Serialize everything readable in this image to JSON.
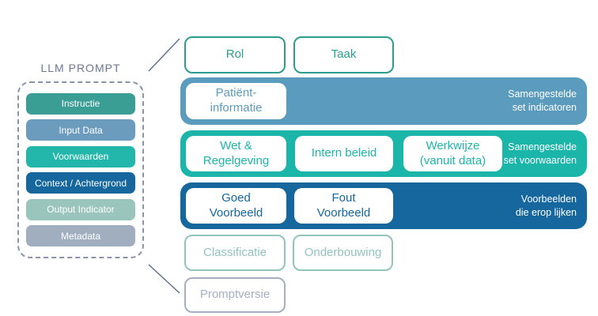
{
  "sidebar": {
    "title": "LLM PROMPT",
    "items": [
      {
        "label": "Instructie",
        "color": "#3a9e94"
      },
      {
        "label": "Input Data",
        "color": "#6b9cbe"
      },
      {
        "label": "Voorwaarden",
        "color": "#23b6ab"
      },
      {
        "label": "Context / Achtergrond",
        "color": "#15679d"
      },
      {
        "label": "Output Indicator",
        "color": "#9ac5bc"
      },
      {
        "label": "Metadata",
        "color": "#a0aec0"
      }
    ]
  },
  "diagram": {
    "top_boxes": [
      {
        "label": "Rol",
        "color": "#2a9d8f"
      },
      {
        "label": "Taak",
        "color": "#2a9d8f"
      }
    ],
    "bars": [
      {
        "color": "#5b9bbd",
        "caption": "Samengestelde\nset indicatoren",
        "chips": [
          {
            "label": "Patiënt-\ninformatie"
          }
        ]
      },
      {
        "color": "#1cb5aa",
        "caption": "Samengestelde\nset voorwaarden",
        "chips": [
          {
            "label": "Wet &\nRegelgeving"
          },
          {
            "label": "Intern beleid"
          },
          {
            "label": "Werkwijze\n(vanuit data)"
          }
        ]
      },
      {
        "color": "#15679d",
        "caption": "Voorbeelden\ndie erop lijken",
        "chips": [
          {
            "label": "Goed\nVoorbeeld"
          },
          {
            "label": "Fout\nVoorbeeld"
          }
        ]
      }
    ],
    "output_boxes": [
      {
        "label": "Classificatie",
        "color": "#93c4bb"
      },
      {
        "label": "Onderbouwing",
        "color": "#93c4bb"
      }
    ],
    "version_box": {
      "label": "Promptversie",
      "color": "#a6aec4"
    }
  }
}
